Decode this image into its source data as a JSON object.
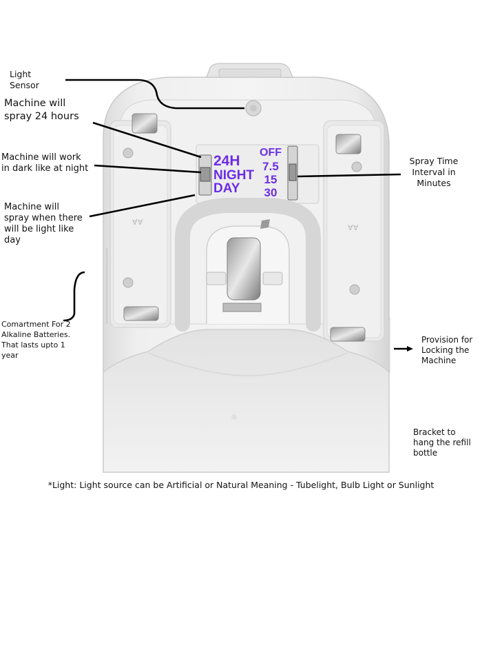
{
  "callouts": {
    "light_sensor": "Light\nSensor",
    "spray_24h": "Machine will\nspray 24 hours",
    "work_dark": "Machine will work\nin dark like at night",
    "spray_light": "Machine will\nspray when there\nwill be light like\nday",
    "battery_compartment": "Comartment For 2\nAlkaline Batteries.\nThat lasts upto 1\nyear",
    "spray_interval": "Spray Time\nInterval in\nMinutes",
    "locking": "Provision for\nLocking the\nMachine",
    "bracket": "Bracket to\nhang the refill\nbottle"
  },
  "panel": {
    "modes": [
      "24H",
      "NIGHT",
      "DAY"
    ],
    "intervals": [
      "OFF",
      "7.5",
      "15",
      "30"
    ]
  },
  "battery_marks": [
    "AA",
    "AA"
  ],
  "footnote": "*Light: Light source can be Artificial or Natural Meaning - Tubelight, Bulb Light or Sunlight",
  "colors": {
    "panel_text": "#6b2de6",
    "device_body": "#ececec",
    "device_outline": "#c9c9c9"
  }
}
